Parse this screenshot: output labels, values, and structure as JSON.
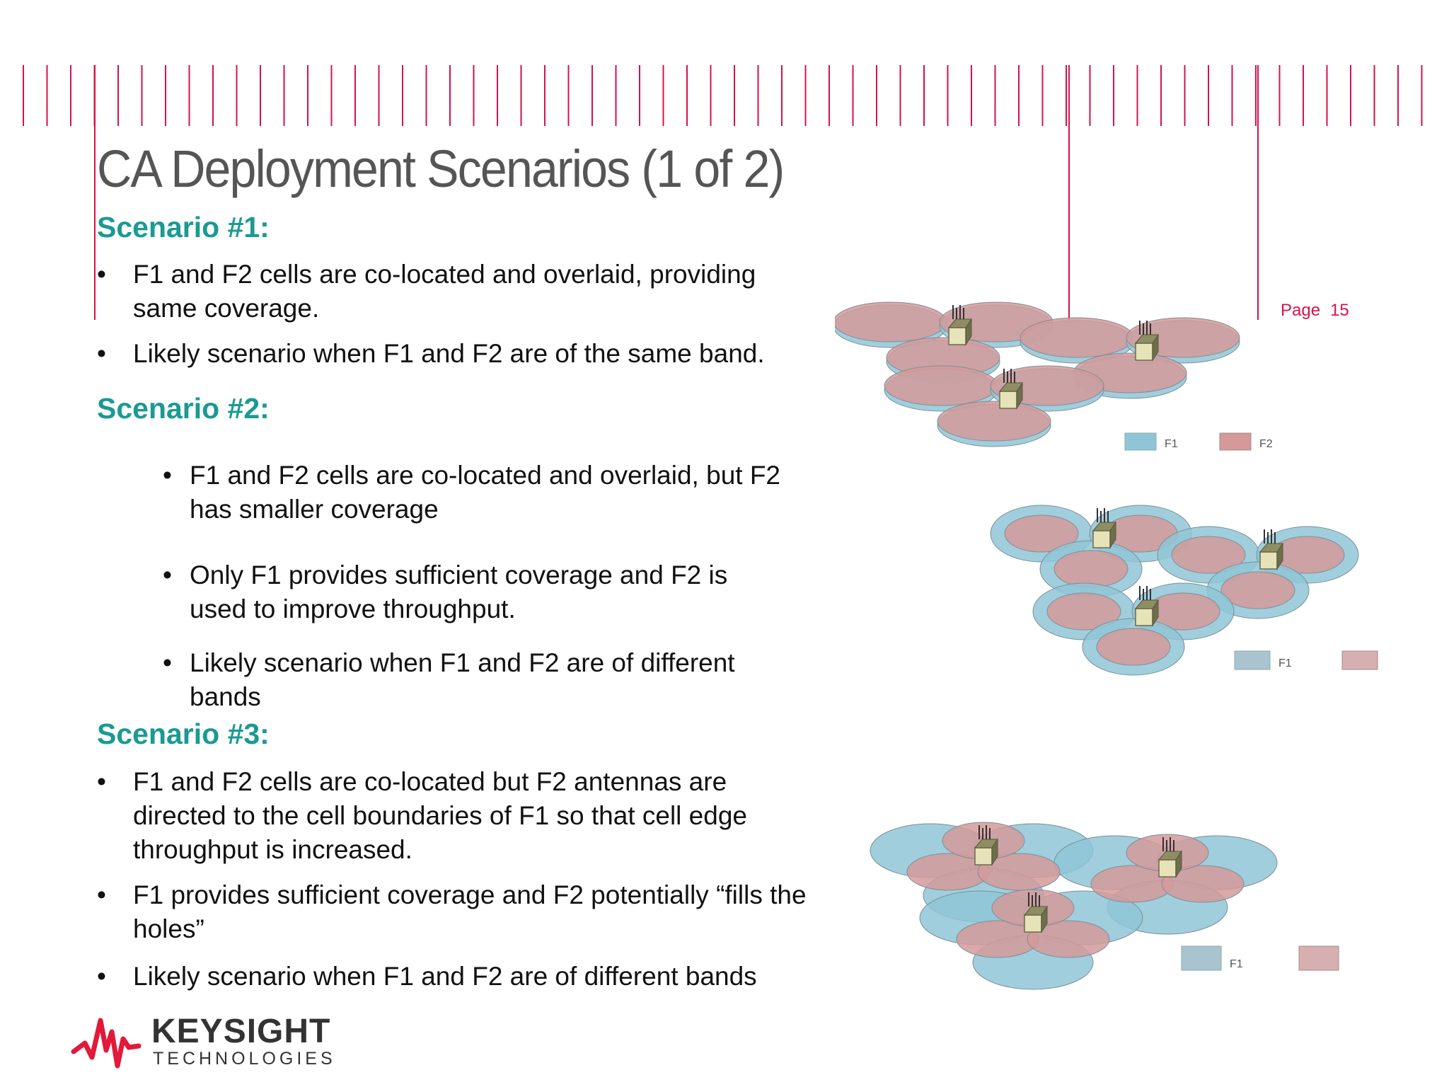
{
  "title": "CA Deployment Scenarios (1 of 2)",
  "page": {
    "label": "Page",
    "number": "15"
  },
  "scenarios": [
    {
      "heading": "Scenario #1:",
      "bullets": [
        [
          "F1 and F2 cells are co-located and overlaid, providing",
          "same coverage."
        ],
        [
          "Likely scenario when F1 and F2 are of the same band."
        ]
      ]
    },
    {
      "heading": "Scenario #2:",
      "bullets": [
        [
          "F1 and F2 cells are co-located and overlaid, but F2",
          "has smaller coverage"
        ],
        [
          "Only F1 provides sufficient coverage and F2 is",
          "used to improve throughput."
        ],
        [
          "Likely scenario when F1 and F2 are of different",
          "bands"
        ]
      ]
    },
    {
      "heading": "Scenario #3:",
      "bullets": [
        [
          "F1 and F2 cells are co-located but F2 antennas are",
          "directed to the cell boundaries of F1 so that cell edge",
          "throughput is increased."
        ],
        [
          "F1 provides sufficient coverage and F2 potentially “fills the",
          "holes”"
        ],
        [
          "Likely scenario when F1 and F2 are of different bands"
        ]
      ]
    }
  ],
  "bullet_char": "•",
  "legend": {
    "f1": "F1",
    "f2": "F2"
  },
  "colors": {
    "accent": "#d5124b",
    "heading": "#1a9a93",
    "f1": "#8fc6d6",
    "f2": "#d49a9a"
  },
  "logo": {
    "name": "KEYSIGHT",
    "sub": "TECHNOLOGIES"
  }
}
